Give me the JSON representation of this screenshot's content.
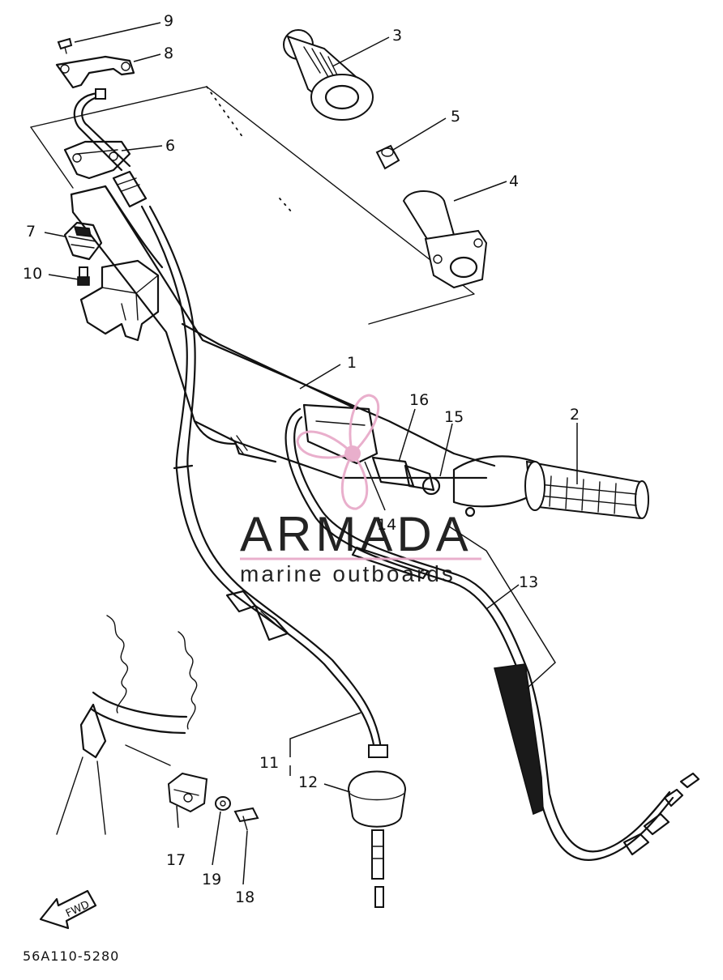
{
  "diagram": {
    "part_numbers": [
      {
        "id": "1",
        "label": "1"
      },
      {
        "id": "2",
        "label": "2"
      },
      {
        "id": "3",
        "label": "3"
      },
      {
        "id": "4",
        "label": "4"
      },
      {
        "id": "5",
        "label": "5"
      },
      {
        "id": "6",
        "label": "6"
      },
      {
        "id": "7",
        "label": "7"
      },
      {
        "id": "8",
        "label": "8"
      },
      {
        "id": "9",
        "label": "9"
      },
      {
        "id": "10",
        "label": "10"
      },
      {
        "id": "11",
        "label": "11"
      },
      {
        "id": "12",
        "label": "12"
      },
      {
        "id": "13",
        "label": "13"
      },
      {
        "id": "14",
        "label": "14"
      },
      {
        "id": "15",
        "label": "15"
      },
      {
        "id": "16",
        "label": "16"
      },
      {
        "id": "17",
        "label": "17"
      },
      {
        "id": "18",
        "label": "18"
      },
      {
        "id": "19",
        "label": "19"
      }
    ],
    "direction_marker": "FWD",
    "drawing_code": "56A110-5280"
  },
  "watermark": {
    "brand": "ARMADA",
    "tagline": "marine outboards",
    "brand_color": "#6b6b6b",
    "accent_color": "#e8a9c8"
  }
}
